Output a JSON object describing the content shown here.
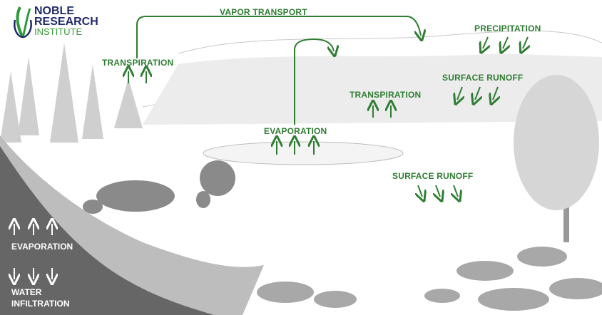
{
  "logo": {
    "line1": "NOBLE",
    "line2": "RESEARCH",
    "line3": "INSTITUTE"
  },
  "labels": {
    "vapor_transport": "VAPOR TRANSPORT",
    "transpiration_left": "TRANSPIRATION",
    "precipitation": "PRECIPITATION",
    "surface_runoff_upper": "SURFACE RUNOFF",
    "transpiration_mid": "TRANSPIRATION",
    "evaporation_lake": "EVAPORATION",
    "surface_runoff_lower": "SURFACE RUNOFF",
    "evaporation_soil": "EVAPORATION",
    "water_infiltration_1": "WATER",
    "water_infiltration_2": "INFILTRATION"
  },
  "colors": {
    "accent": "#2f7d32",
    "soil": "#6b6b6b",
    "band": "#b5b5b5",
    "logo_blue": "#1f2a6b"
  }
}
